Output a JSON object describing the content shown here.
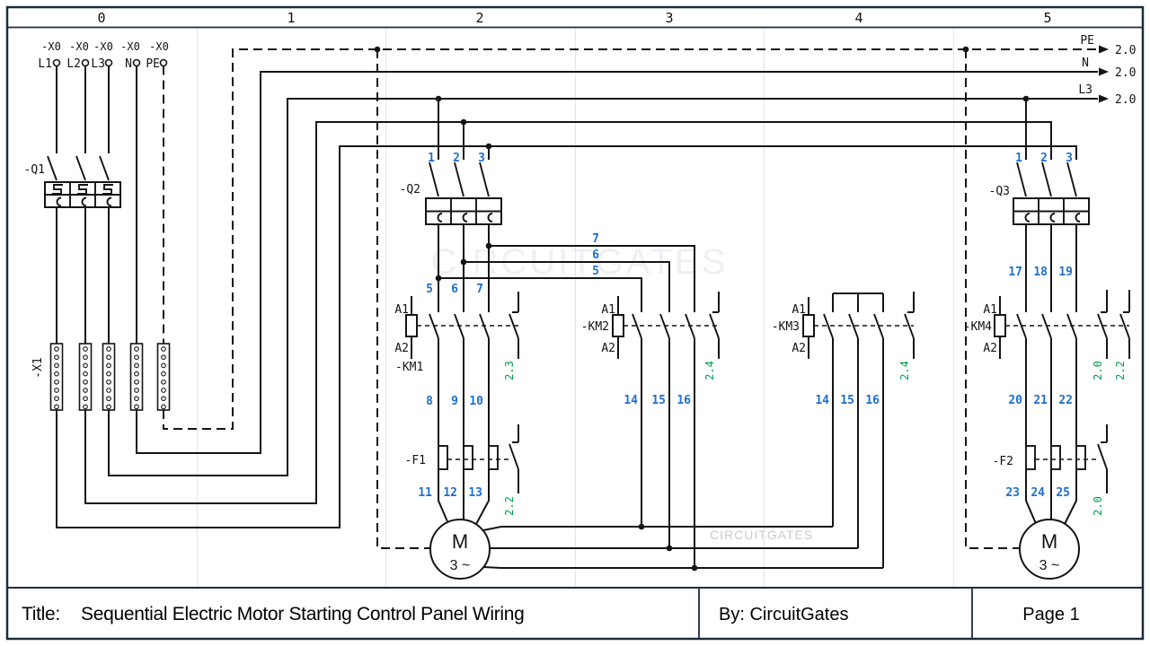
{
  "ruler": {
    "columns": [
      "0",
      "1",
      "2",
      "3",
      "4",
      "5"
    ]
  },
  "terminals_top": {
    "strip_labels": [
      "-X0",
      "-X0",
      "-X0",
      "-X0",
      "-X0"
    ],
    "phase_labels": [
      "L1",
      "L2",
      "L3",
      "N",
      "PE"
    ]
  },
  "x1_label": "-X1",
  "breakers": {
    "q1": "-Q1",
    "q2": "-Q2",
    "q3": "-Q3"
  },
  "contactors": {
    "km1": {
      "label": "-KM1",
      "a1": "A1",
      "a2": "A2",
      "aux_ref": "2.3"
    },
    "km2": {
      "label": "-KM2",
      "a1": "A1",
      "a2": "A2",
      "aux_ref": "2.4"
    },
    "km3": {
      "label": "-KM3",
      "a1": "A1",
      "a2": "A2",
      "aux_ref": "2.4"
    },
    "km4": {
      "label": "-KM4",
      "a1": "A1",
      "a2": "A2",
      "aux_ref_1": "2.0",
      "aux_ref_2": "2.2"
    }
  },
  "overloads": {
    "f1": {
      "label": "-F1",
      "aux_ref": "2.2"
    },
    "f2": {
      "label": "-F2",
      "aux_ref": "2.0"
    }
  },
  "motors": {
    "m1": {
      "label": "M",
      "type": "3 ~"
    },
    "m2": {
      "label": "M",
      "type": "3 ~"
    }
  },
  "bus_exits": [
    {
      "name": "PE",
      "ref": "2.0"
    },
    {
      "name": "N",
      "ref": "2.0"
    },
    {
      "name": "L3",
      "ref": "2.0"
    }
  ],
  "wire_numbers": {
    "q2_top": [
      "1",
      "2",
      "3"
    ],
    "q2_bottom": [
      "5",
      "6",
      "7"
    ],
    "branch": [
      "7",
      "6",
      "5"
    ],
    "km1_bottom": [
      "8",
      "9",
      "10"
    ],
    "f1_bottom": [
      "11",
      "12",
      "13"
    ],
    "km2_bottom": [
      "14",
      "15",
      "16"
    ],
    "km3_bottom": [
      "14",
      "15",
      "16"
    ],
    "q3_top": [
      "1",
      "2",
      "3"
    ],
    "q3_bottom": [
      "17",
      "18",
      "19"
    ],
    "km4_bottom": [
      "20",
      "21",
      "22"
    ],
    "f2_bottom": [
      "23",
      "24",
      "25"
    ]
  },
  "watermark": {
    "large": "CIRCUITGATES",
    "small": "CIRCUITGATES"
  },
  "title_block": {
    "label": "Title:",
    "title": "Sequential Electric Motor Starting Control Panel Wiring",
    "author": "By: CircuitGates",
    "page": "Page 1"
  },
  "colors": {
    "line": "#141414",
    "border": "#1d2c3c",
    "grid": "#e2e5e9",
    "wire_number_blue": "#1e6fd0",
    "cross_ref_green": "#00a04a",
    "watermark_large": "#eef0f3",
    "watermark_small": "#c7ccd1"
  }
}
